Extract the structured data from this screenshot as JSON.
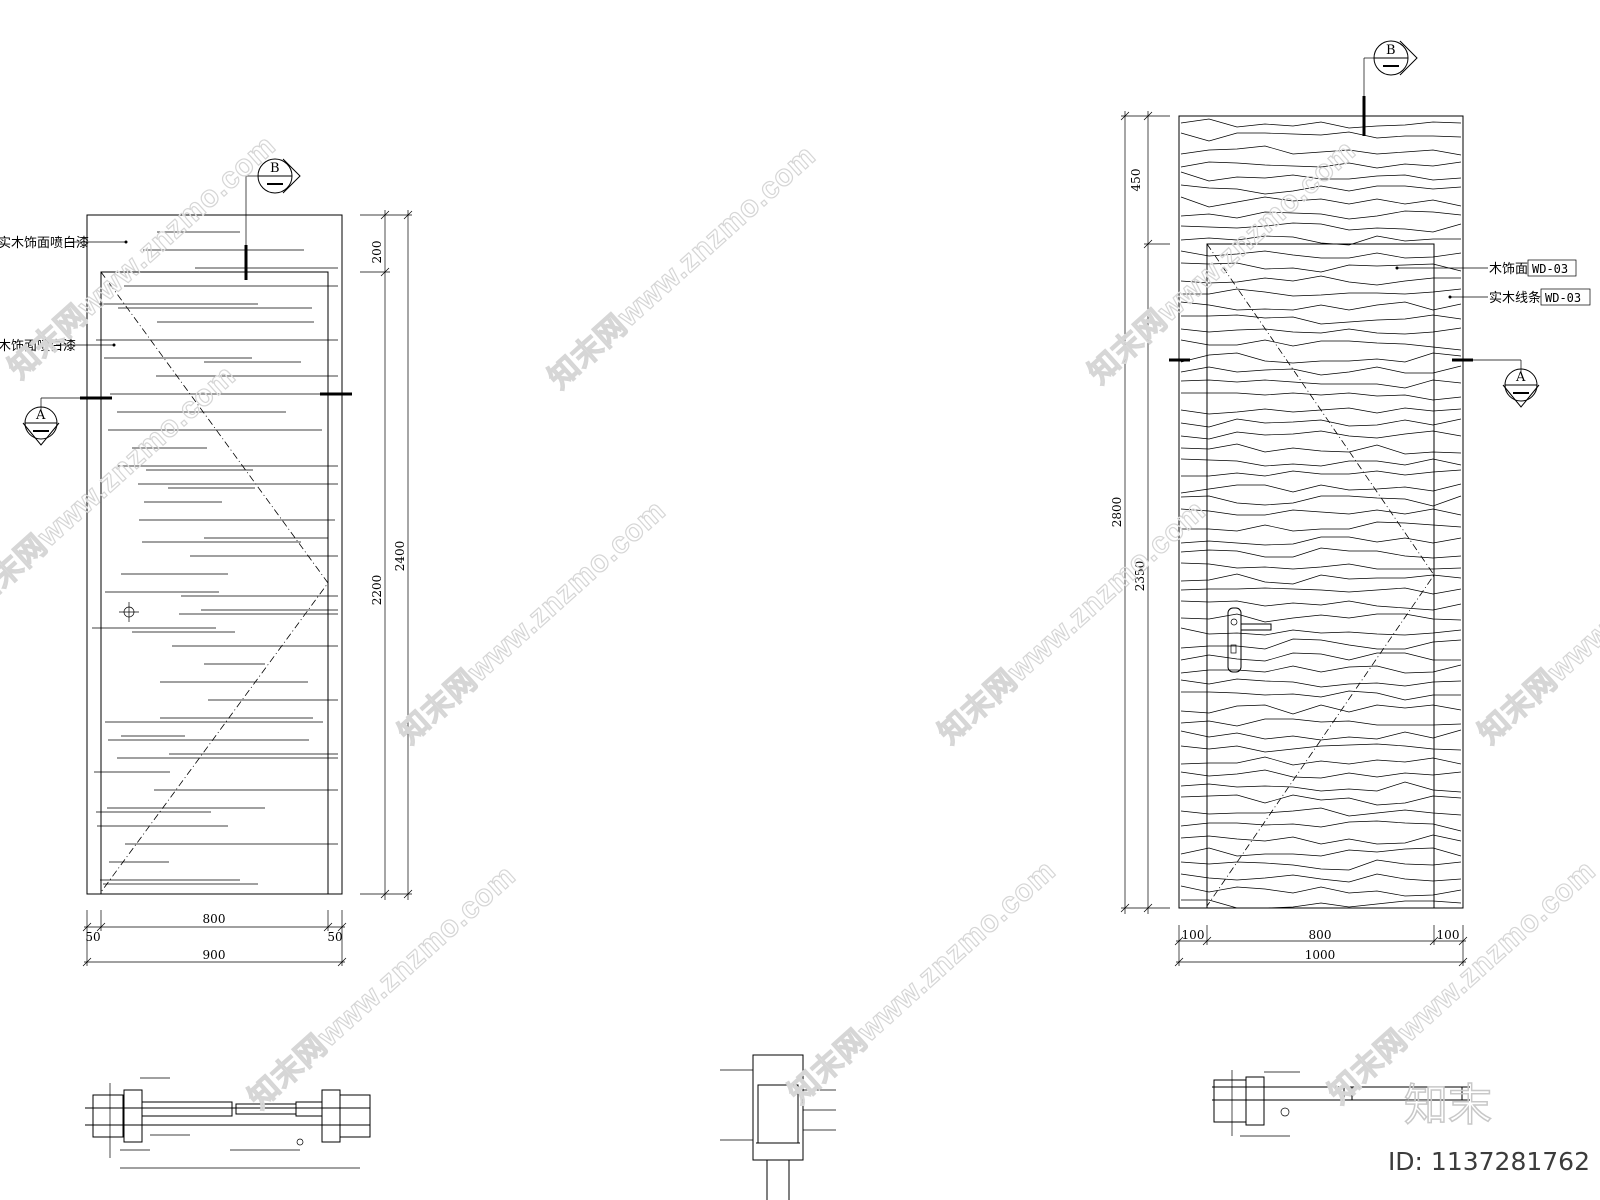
{
  "left_door": {
    "labels": {
      "top_note": "实木饰面喷白漆",
      "mid_note": "木饰面喷白漆"
    },
    "section_marks": {
      "top": {
        "letter": "B"
      },
      "side": {
        "letter": "A"
      }
    },
    "dims": {
      "top_band": "200",
      "door_height": "2200",
      "total_height": "2400",
      "door_width": "800",
      "left_jamb": "50",
      "right_jamb": "50",
      "total_width": "900"
    }
  },
  "right_door": {
    "labels": {
      "wood_face": "木饰面",
      "wood_face_tag": "WD-03",
      "solid_strip": "实木线条",
      "solid_strip_tag": "WD-03"
    },
    "section_marks": {
      "top": {
        "letter": "B"
      },
      "side": {
        "letter": "A"
      }
    },
    "dims": {
      "top_band": "450",
      "total_height": "2800",
      "door_height": "2350",
      "left_jamb": "100",
      "door_width": "800",
      "right_jamb": "100",
      "total_width": "1000"
    }
  },
  "watermark": {
    "site": "知末网www.znzmo.com",
    "logo": "知末",
    "id_label": "ID: 1137281762"
  }
}
